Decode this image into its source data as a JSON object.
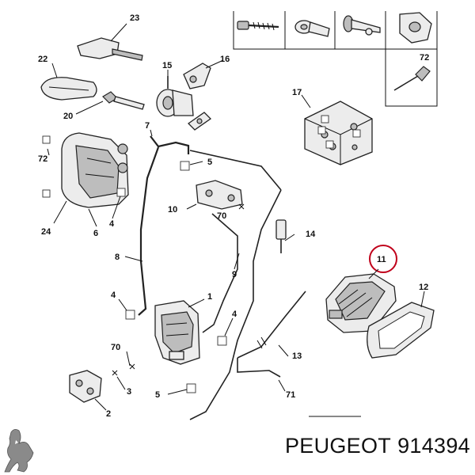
{
  "caption": {
    "brand": "PEUGEOT",
    "part_number": "914394"
  },
  "callouts": {
    "n1": "1",
    "n2": "2",
    "n3": "3",
    "n4a": "4",
    "n4b": "4",
    "n4c": "4",
    "n5a": "5",
    "n5b": "5",
    "n6": "6",
    "n7": "7",
    "n8": "8",
    "n9": "9",
    "n10": "10",
    "n11": "11",
    "n12": "12",
    "n13": "13",
    "n14": "14",
    "n15": "15",
    "n16": "16",
    "n17": "17",
    "n20": "20",
    "n22": "22",
    "n23": "23",
    "n24": "24",
    "n70a": "70",
    "n70b": "70",
    "n71": "71",
    "n72a": "72",
    "n72b": "72"
  },
  "colors": {
    "highlight_circle": "#c0001a",
    "line": "#222222",
    "text": "#111111"
  },
  "icons": {
    "logo": "peugeot-lion-logo-icon"
  }
}
